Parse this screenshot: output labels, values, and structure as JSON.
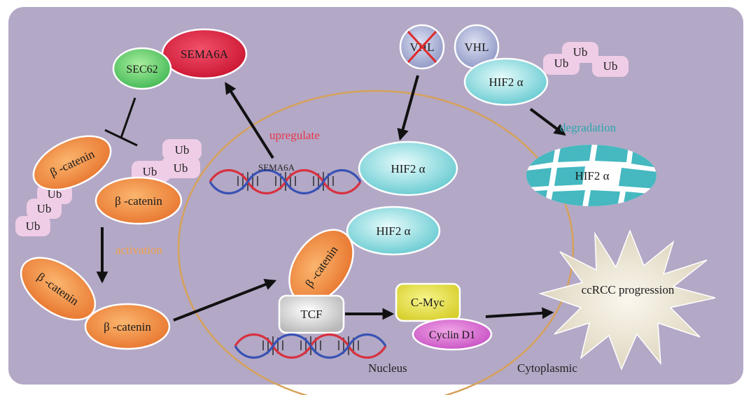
{
  "labels": {
    "sec62": "SEC62",
    "sema6a": "SEMA6A",
    "vhl_mutant": "VHL",
    "vhl": "VHL",
    "hif_top": "HIF2 α",
    "degradation": "degradation",
    "hif_degraded": "HIF2 α",
    "upregulate": "upregulate",
    "sema6a_gene": "SEMA6A",
    "hif_nucleus": "HIF2 α",
    "hif_complex": "HIF2 α",
    "bcat_ub_left": "β -catenin",
    "bcat_ub_right": "β -catenin",
    "ub_top_1": "Ub",
    "ub_top_2": "Ub",
    "ub_top_3": "Ub",
    "ub_left_1": "Ub",
    "ub_left_2": "Ub",
    "ub_left_3": "Ub",
    "ub_bcat_1": "Ub",
    "ub_bcat_2": "Ub",
    "ub_bcat_3": "Ub",
    "activation": "activation",
    "bcat_active_1": "β -catenin",
    "bcat_active_2": "β -catenin",
    "bcat_complex": "β -catenin",
    "tcf": "TCF",
    "cmyc": "C-Myc",
    "cyclin": "Cyclin D1",
    "ccrcc": "ccRCC progression",
    "nucleus": "Nucleus",
    "cytoplasmic": "Cytoplasmic"
  },
  "colors": {
    "background": "#b3a8c6",
    "text_red": "#e8364a",
    "text_orange": "#f0a04a",
    "text_teal": "#2fa6ad"
  }
}
